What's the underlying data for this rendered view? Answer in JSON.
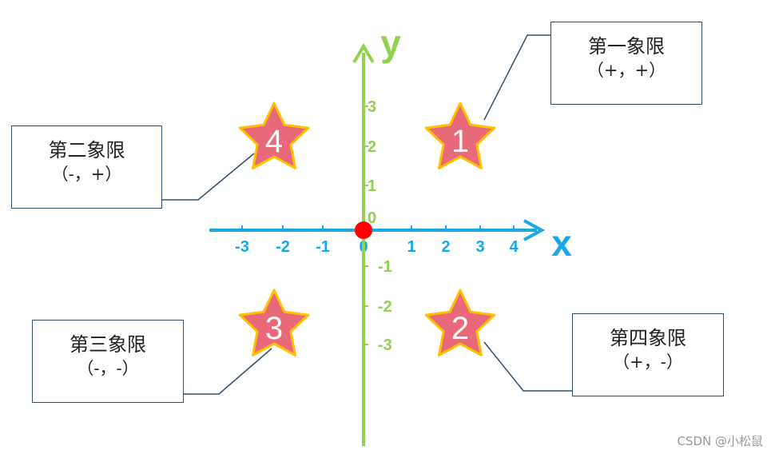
{
  "x_axis": {
    "name": "x",
    "color": "#1aa7e8",
    "ticks": [
      {
        "label": "-3",
        "value": -3
      },
      {
        "label": "-2",
        "value": -2
      },
      {
        "label": "-1",
        "value": -1
      },
      {
        "label": "0",
        "value": 0
      },
      {
        "label": "1",
        "value": 1
      },
      {
        "label": "2",
        "value": 2
      },
      {
        "label": "3",
        "value": 3
      },
      {
        "label": "4",
        "value": 4
      }
    ]
  },
  "y_axis": {
    "name": "y",
    "color": "#92d050",
    "ticks": [
      {
        "label": "3",
        "value": 3
      },
      {
        "label": "2",
        "value": 2
      },
      {
        "label": "1",
        "value": 1
      },
      {
        "label": "0",
        "value": 0
      },
      {
        "label": "-1",
        "value": -1
      },
      {
        "label": "-2",
        "value": -2
      },
      {
        "label": "-3",
        "value": -3
      }
    ]
  },
  "origin_color": "#ff0000",
  "star_fill": "#e8697a",
  "star_stroke": "#ffc000",
  "quadrants": [
    {
      "number": "1",
      "title": "第一象限",
      "sign": "（+，+）"
    },
    {
      "number": "2",
      "title": "第四象限",
      "sign": "（+，-）"
    },
    {
      "number": "3",
      "title": "第三象限",
      "sign": "（-，-）"
    },
    {
      "number": "4",
      "title": "第二象限",
      "sign": "（-，+）"
    }
  ],
  "watermark": "CSDN @小松鼠"
}
